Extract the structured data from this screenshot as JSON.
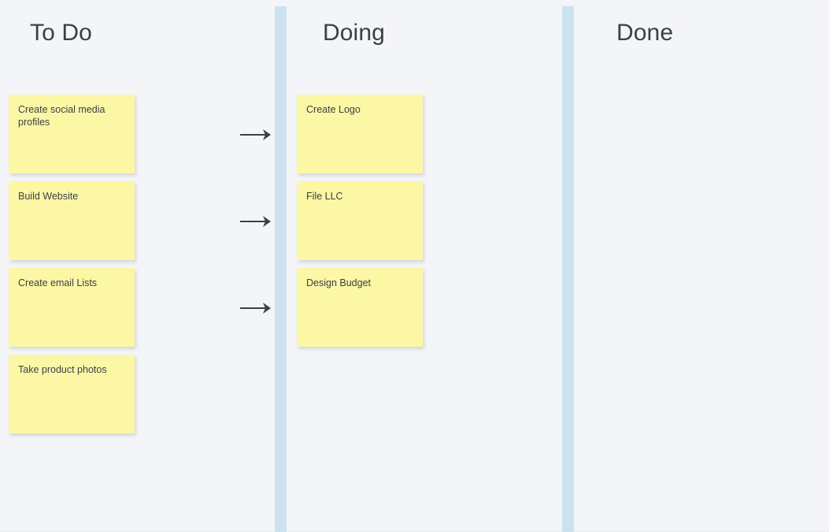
{
  "board": {
    "background_color": "#f4f5f9",
    "divider_color": "#cce2f0",
    "note_color": "#fcf7a5",
    "text_color": "#3c4043"
  },
  "columns": [
    {
      "id": "todo",
      "title": "To Do",
      "cards": [
        {
          "text": "Create social media profiles"
        },
        {
          "text": "Build Website"
        },
        {
          "text": "Create email Lists"
        },
        {
          "text": "Take product photos"
        }
      ]
    },
    {
      "id": "doing",
      "title": "Doing",
      "cards": [
        {
          "text": "Create Logo"
        },
        {
          "text": "File LLC"
        },
        {
          "text": "Design Budget"
        }
      ]
    },
    {
      "id": "done",
      "title": "Done",
      "cards": []
    }
  ],
  "arrows": [
    {
      "label": "→"
    },
    {
      "label": "→"
    },
    {
      "label": "→"
    }
  ]
}
